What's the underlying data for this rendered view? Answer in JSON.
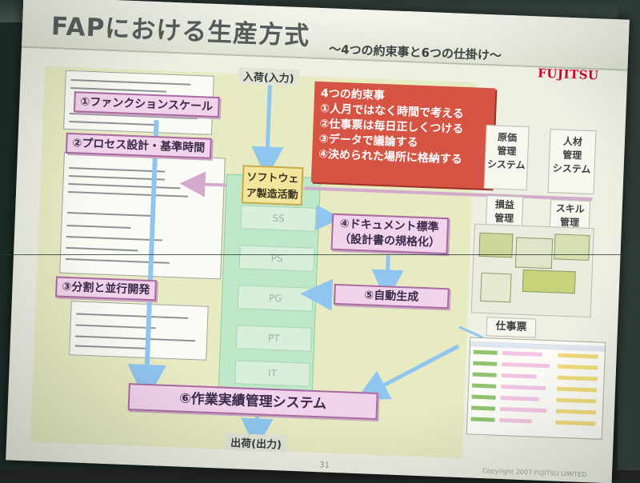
{
  "slide": {
    "title": "FAPにおける生産方式",
    "subtitle": "～4つの約束事と6つの仕掛け～",
    "logo": "FUJITSU",
    "input_label": "入荷(入力)",
    "output_label": "出荷(出力)",
    "software_label": "ソフトウェア製造活動",
    "page_number": "31",
    "copyright": "Copyright 2007 FUJITSU LIMITED"
  },
  "promises": {
    "heading": "4つの約束事",
    "items": [
      "①人月ではなく時間で考える",
      "②仕事票は毎日正しくつける",
      "③データで議論する",
      "④決められた場所に格納する"
    ]
  },
  "mechanisms": {
    "function_scale": "①ファンクションスケール",
    "process_design": "②プロセス設計・基準時間",
    "parallel_dev": "③分割と並行開発",
    "doc_standard_line1": "④ドキュメント標準",
    "doc_standard_line2": "（設計書の規格化）",
    "auto_gen": "⑤自動生成",
    "work_system": "⑥作業実績管理システム"
  },
  "phases": [
    "SS",
    "PS",
    "PG",
    "PT",
    "IT"
  ],
  "systems": {
    "cost_mgmt": [
      "原価",
      "管理",
      "システム"
    ],
    "hr_mgmt": [
      "人材",
      "管理",
      "システム"
    ],
    "profit_mgmt": [
      "損益",
      "管理"
    ],
    "skill_mgmt": [
      "スキル",
      "管理"
    ],
    "work_ticket": "仕事票"
  },
  "colors": {
    "arrow": "#8fc5ee",
    "pink_box": "#f2d3ec",
    "red_box": "#d65444",
    "logo": "#d4002a"
  }
}
